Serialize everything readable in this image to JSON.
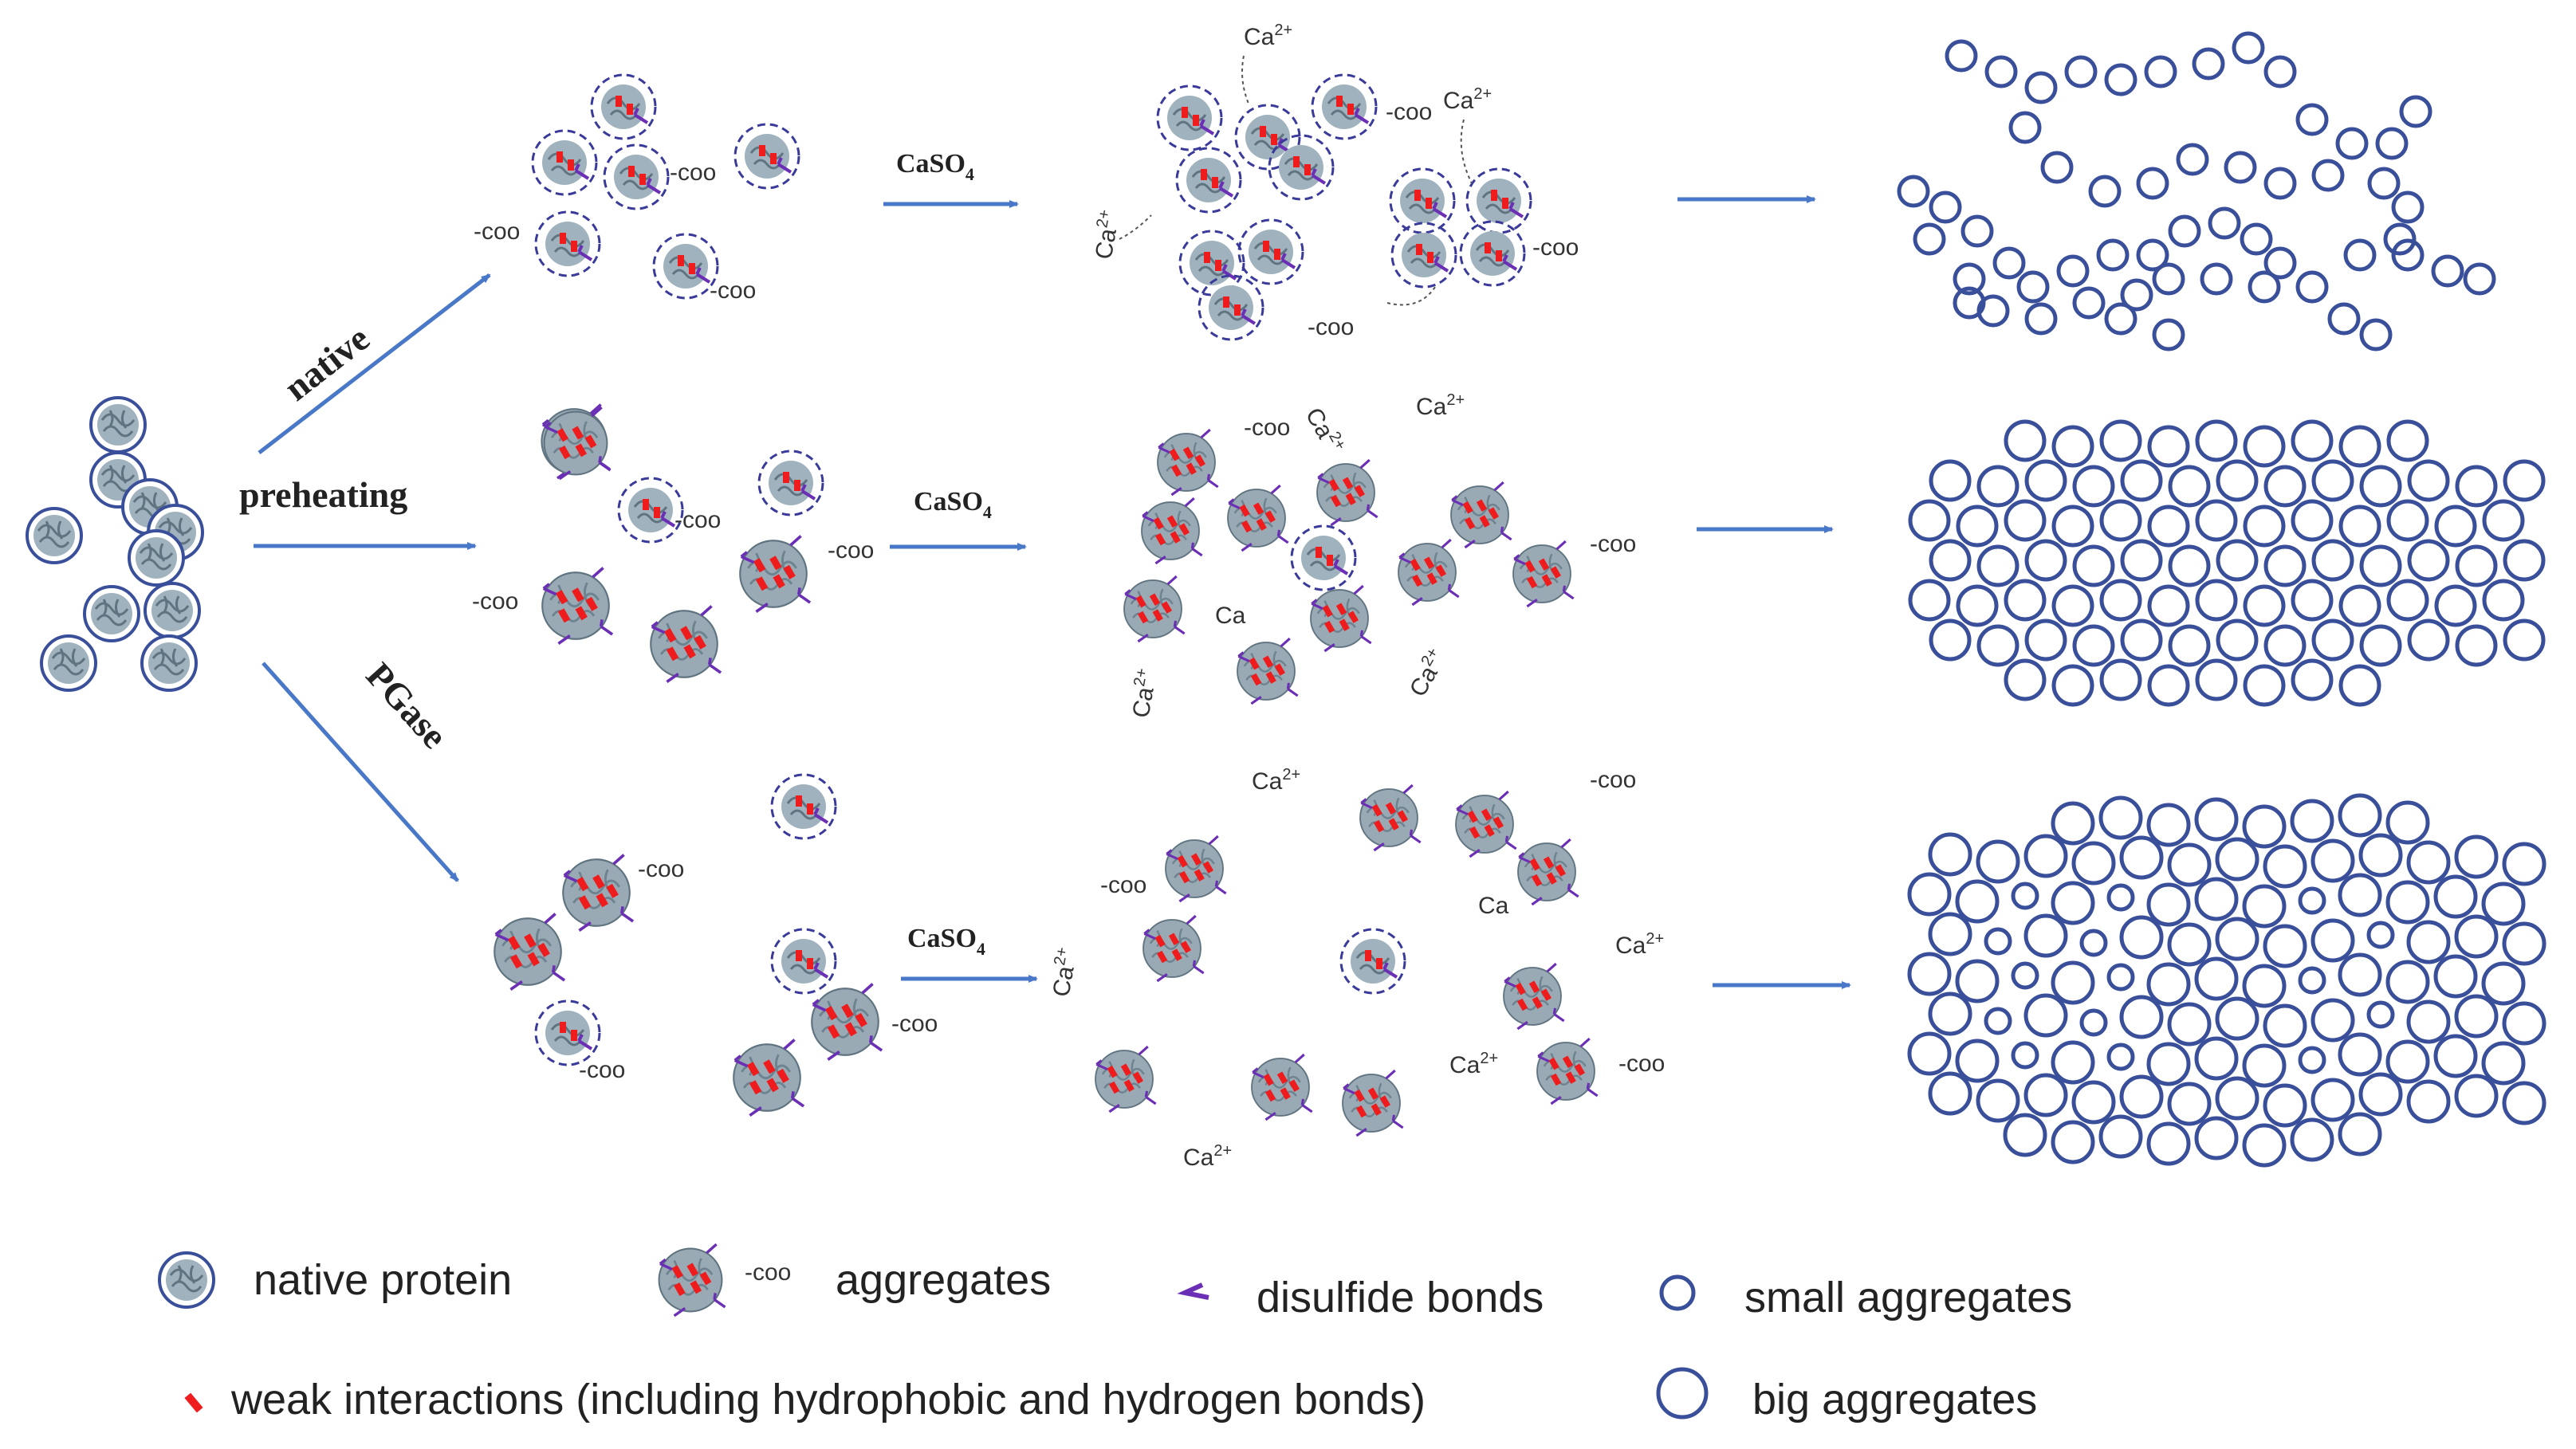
{
  "pathways": {
    "native": "native",
    "preheating": "preheating",
    "pgase": "PGase"
  },
  "reagent": {
    "label": "CaSO",
    "subscript": "4"
  },
  "chem": {
    "coo": "-coo",
    "coo_sup": "-",
    "ca": "Ca",
    "ca_sup": "2+"
  },
  "legend": {
    "native_protein": "native protein",
    "aggregates": "aggregates",
    "disulfide_bonds": "disulfide bonds",
    "small_aggregates": "small aggregates",
    "weak_interactions": "weak interactions (including hydrophobic and hydrogen bonds)",
    "big_aggregates": "big aggregates"
  },
  "colors": {
    "arrow": "#4a78c8",
    "circle_outline": "#3a4f9a",
    "protein_fill": "#9fb2bd",
    "weak_interaction": "#ee1c1c",
    "disulfide": "#6a2fb5",
    "dashed_ring": "#3a3a9a"
  },
  "icons": [
    "native-protein-icon",
    "aggregate-icon",
    "disulfide-bond-icon",
    "small-aggregate-icon",
    "big-aggregate-icon",
    "weak-interaction-icon",
    "arrow-icon"
  ]
}
